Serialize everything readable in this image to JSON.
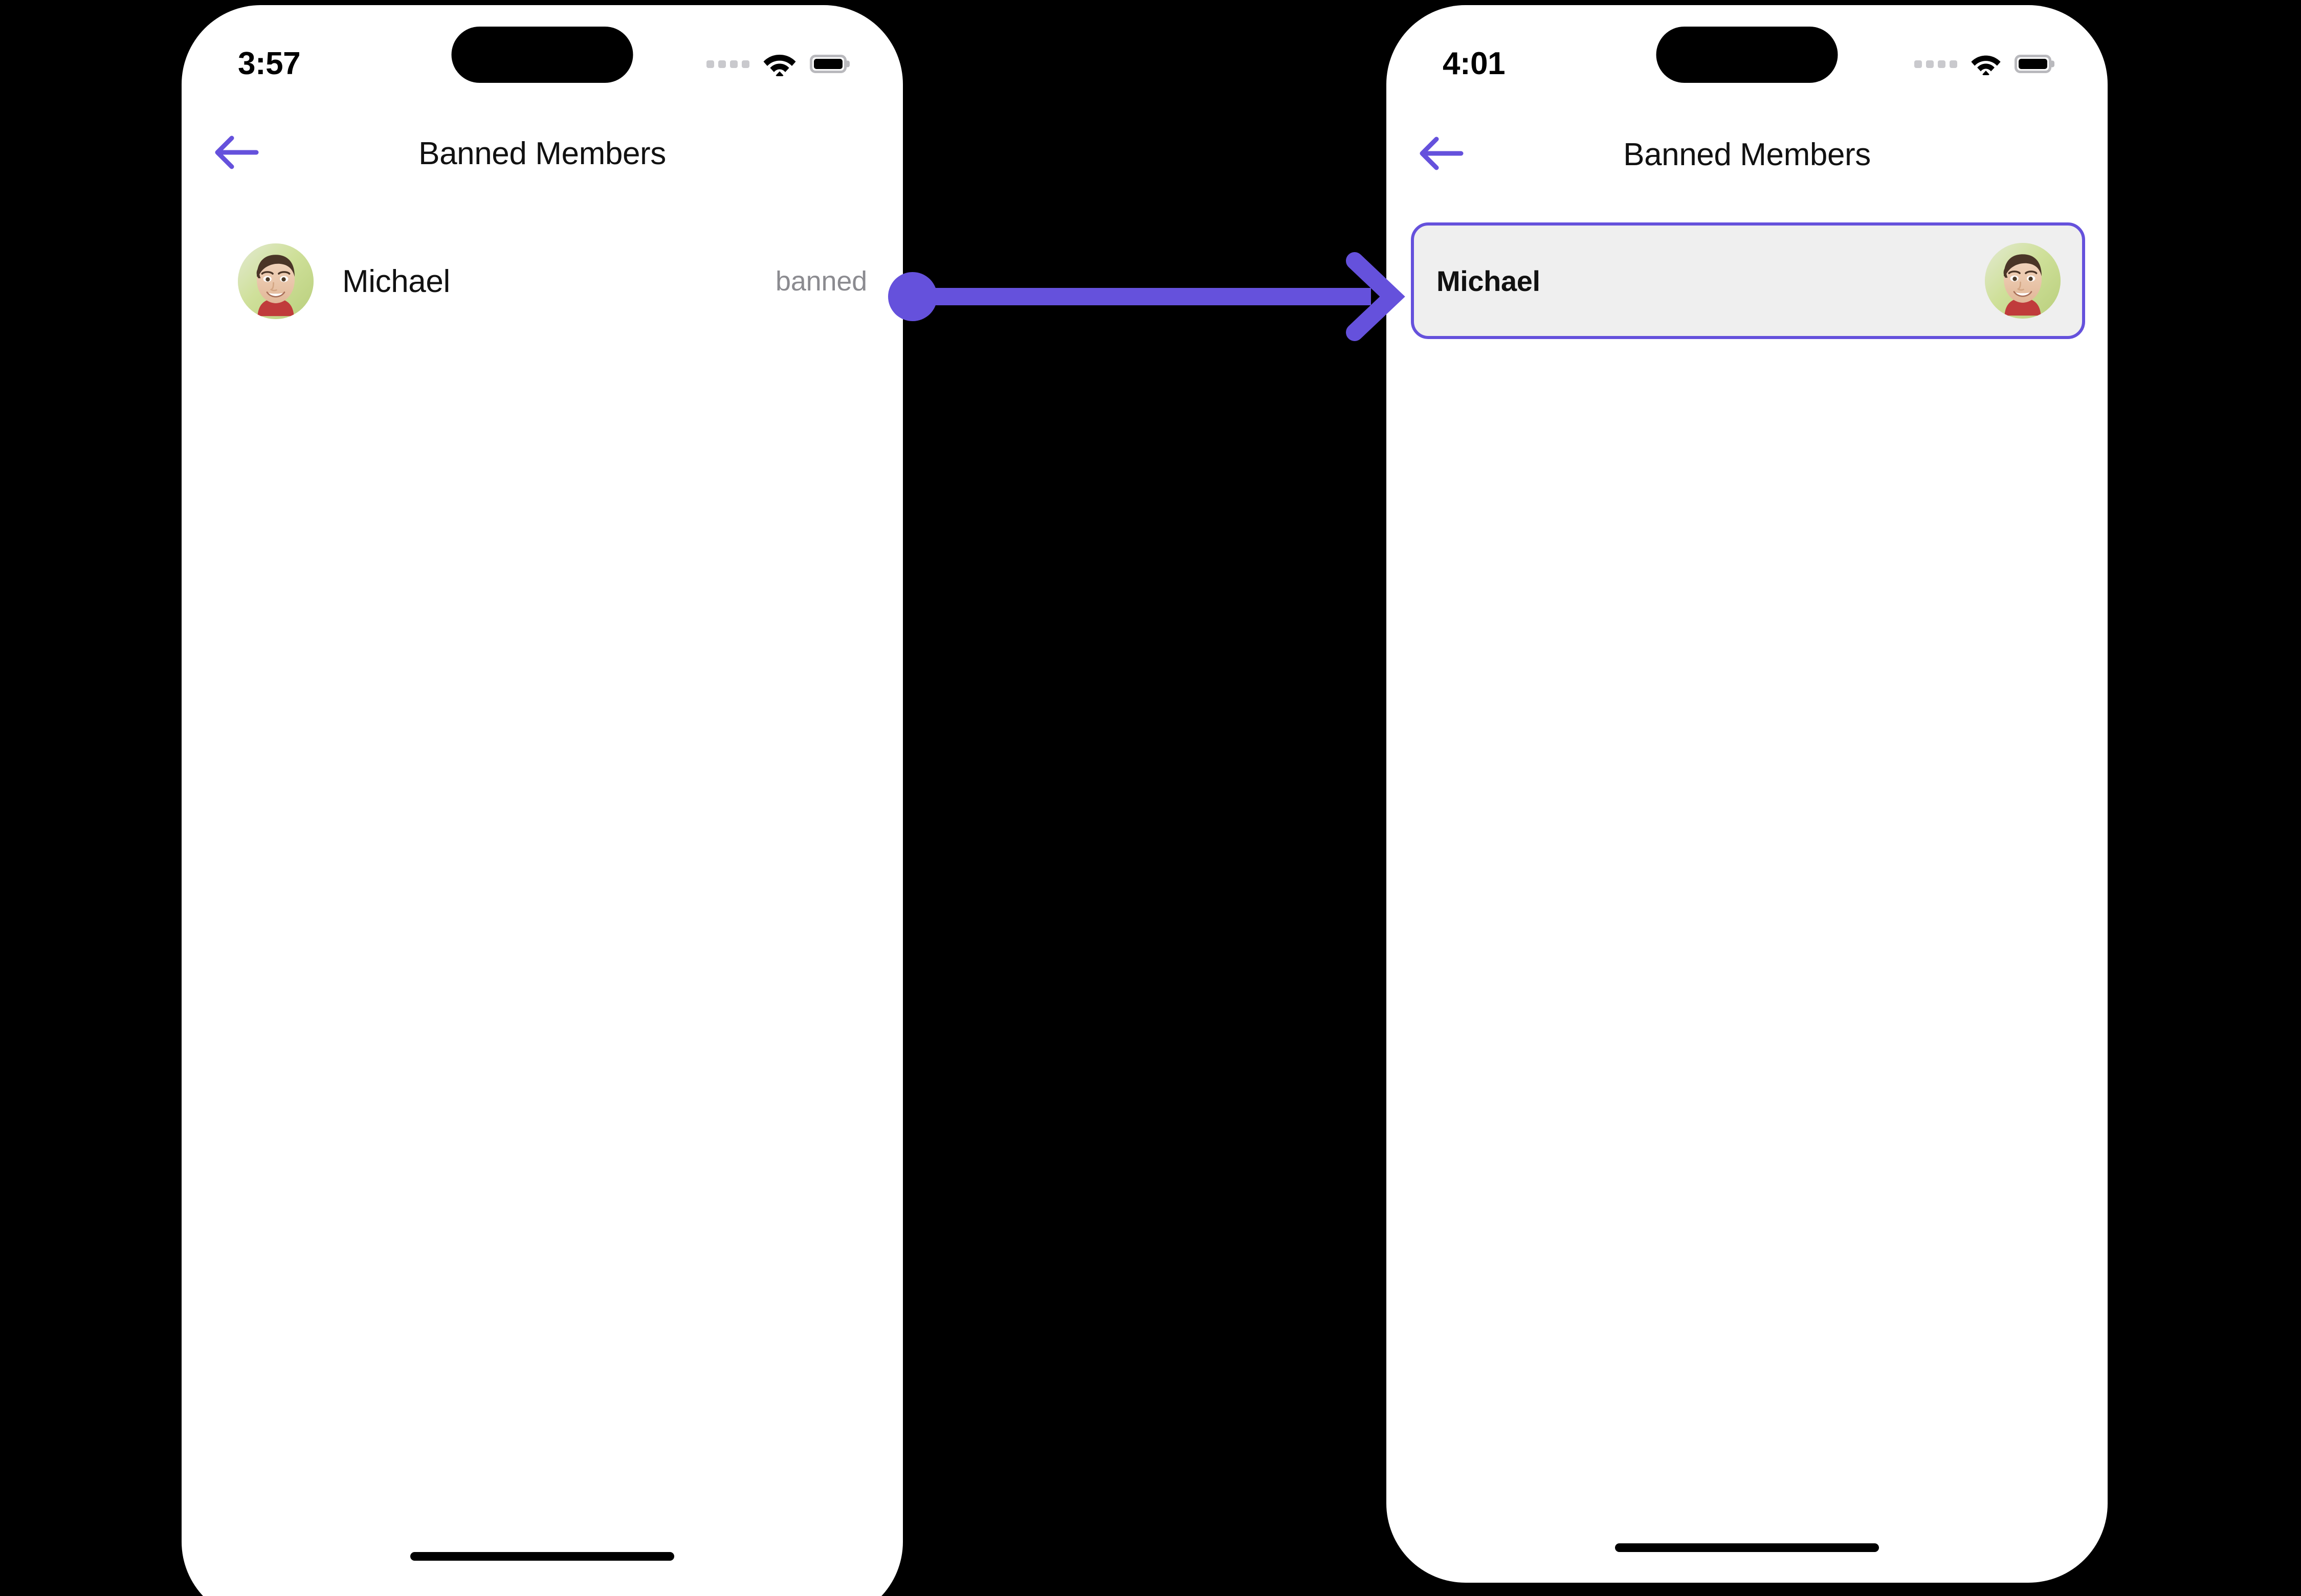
{
  "theme": {
    "accent": "#6551DC",
    "screen_bg": "#ffffff",
    "canvas_bg": "#000000",
    "card_bg": "#efefef",
    "muted_text": "#8b8b90",
    "primary_text": "#111111"
  },
  "screens": [
    {
      "id": "before",
      "status_bar": {
        "time": "3:57",
        "signal_icon": "signal-dots-icon",
        "wifi_icon": "wifi-icon",
        "battery_icon": "battery-full-icon"
      },
      "nav": {
        "back_icon": "arrow-left-icon",
        "title": "Banned Members"
      },
      "list": [
        {
          "avatar_icon": "user-photo-avatar",
          "name": "Michael",
          "status": "banned"
        }
      ],
      "home_indicator": "home-indicator-bar"
    },
    {
      "id": "after",
      "status_bar": {
        "time": "4:01",
        "signal_icon": "signal-dots-icon",
        "wifi_icon": "wifi-icon",
        "battery_icon": "battery-full-icon"
      },
      "nav": {
        "back_icon": "arrow-left-icon",
        "title": "Banned Members"
      },
      "card": {
        "name": "Michael",
        "avatar_icon": "user-photo-avatar",
        "highlighted": true
      },
      "home_indicator": "home-indicator-bar"
    }
  ],
  "annotation": {
    "type": "transition-arrow",
    "color": "#6551DC",
    "from": "banned-status-label",
    "to": "member-card-highlighted",
    "label": ""
  }
}
